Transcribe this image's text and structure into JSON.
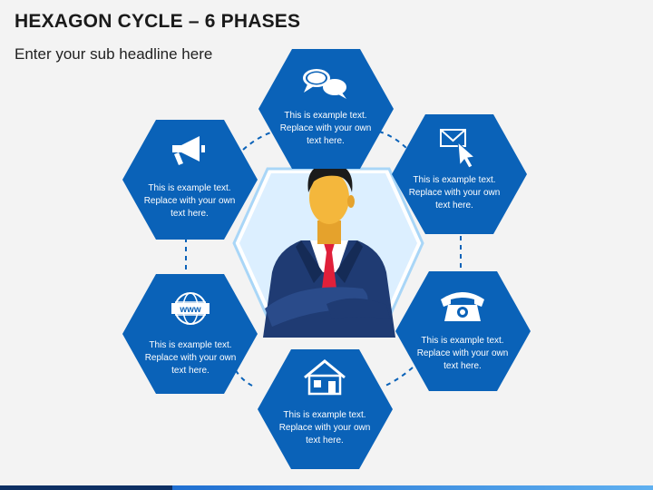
{
  "header": {
    "title": "HEXAGON CYCLE – 6 PHASES",
    "subtitle": "Enter your sub headline here"
  },
  "colors": {
    "hex_fill": "#0a62b8",
    "connector": "#0a62b8",
    "center_hex_fill": "#ffffff",
    "center_hex_border": "#a9d6f7",
    "suit": "#1f3b73",
    "tie": "#e0203a",
    "skin": "#f4b73c",
    "hair": "#1b1b1b"
  },
  "phases": [
    {
      "icon": "speech-bubbles-icon",
      "text": "This is example text. Replace with your own text here."
    },
    {
      "icon": "email-cursor-icon",
      "text": "This is example text. Replace with your own text here."
    },
    {
      "icon": "telephone-icon",
      "text": "This is example text. Replace with your own text here."
    },
    {
      "icon": "house-icon",
      "text": "This is example text. Replace with your own text here."
    },
    {
      "icon": "www-globe-icon",
      "text": "This is example text. Replace with your own text here."
    },
    {
      "icon": "megaphone-icon",
      "text": "This is example text. Replace with your own text here."
    }
  ],
  "center": {
    "icon": "businessman-icon"
  }
}
